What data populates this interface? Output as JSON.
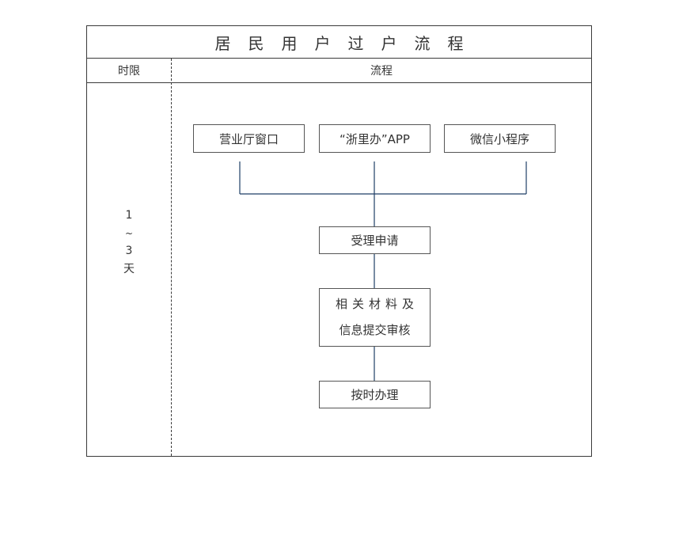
{
  "title": "居民用户过户流程",
  "header": {
    "time_col": "时限",
    "process_col": "流程"
  },
  "time_limit": {
    "start": "1",
    "tilde": "~",
    "end": "3",
    "unit": "天"
  },
  "channels": [
    "营业厅窗口",
    "“浙里办”APP",
    "微信小程序"
  ],
  "steps": {
    "accept": "受理申请",
    "review_line1": "相关材料及",
    "review_line2": "信息提交审核",
    "handle": "按时办理"
  },
  "colors": {
    "connector": "#1f3f66",
    "border": "#3a3a3a",
    "text": "#333333"
  }
}
